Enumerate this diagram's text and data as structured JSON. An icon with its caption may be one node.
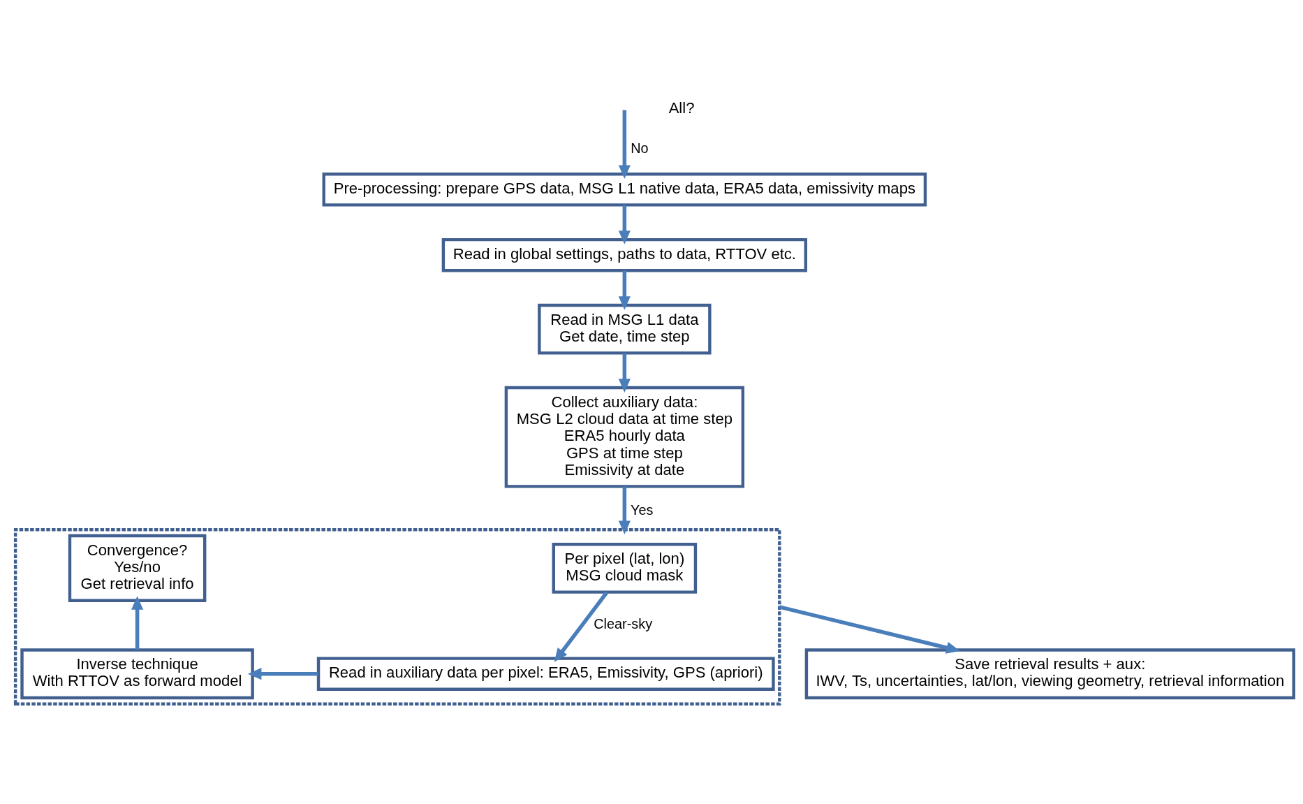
{
  "diagram": {
    "nodes": [
      {
        "text": [
          "Pre-processing: prepare GPS data, MSG L1 native data, ERA5 data, emissivity maps"
        ]
      },
      {
        "text": [
          "Read in global settings, paths to data, RTTOV etc."
        ]
      },
      {
        "text": [
          "Read in MSG L1 data",
          "Get date, time step"
        ]
      },
      {
        "text": [
          "Collect auxiliary data:",
          "MSG L2 cloud data at time step",
          "ERA5 hourly data",
          "GPS at time step",
          "Emissivity at date"
        ]
      },
      {
        "text": [],
        "shape": "box"
      },
      {
        "text": [
          "Per pixel (lat, lon)",
          "MSG cloud mask"
        ],
        "in": 4
      },
      {
        "text": [
          "Read in auxiliary data per pixel: ERA5, Emissivity, GPS (apriori)"
        ],
        "in": 4
      },
      {
        "text": [
          "Inverse technique",
          "With RTTOV as forward model"
        ],
        "in": 4
      },
      {
        "text": [
          "Convergence?",
          "Yes/no",
          "Get retrieval info"
        ],
        "in": 4
      },
      {
        "text": [
          "Save retrieval results + aux:",
          "IWV, Ts, uncertainties, lat/lon, viewing geometry, retrieval information"
        ]
      }
    ],
    "edges": [
      {
        "from": 0,
        "to": 1,
        "arrow": "to"
      },
      {
        "from": 1,
        "to": 2,
        "arrow": "to"
      },
      {
        "from": 2,
        "to": 3,
        "arrow": "to"
      },
      {
        "from": null,
        "to": 0,
        "arrow": "to",
        "label": "No"
      },
      {
        "from": 3,
        "to": 4,
        "arrow": "to",
        "label": "Yes"
      },
      {
        "from": 5,
        "to": 6,
        "arrow": "to",
        "label": "Clear-sky"
      },
      {
        "from": 6,
        "to": 7,
        "arrow": "to"
      },
      {
        "from": 7,
        "to": 8,
        "arrow": "to"
      },
      {
        "from": 4,
        "to": 9,
        "arrow": "to"
      }
    ],
    "labels": [
      "All?"
    ]
  }
}
